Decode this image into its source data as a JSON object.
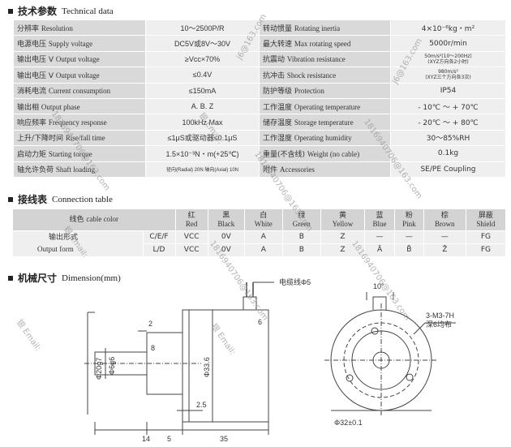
{
  "tech": {
    "cn": "技术参数",
    "en": "Technical data"
  },
  "spec_rows": [
    {
      "l_cn": "分辨率",
      "l_en": "Resolution",
      "l_val": "10～2500P/R",
      "r_cn": "转动惯量",
      "r_en": "Rotating inertia",
      "r_val": "4×10⁻⁶kg・m²"
    },
    {
      "l_cn": "电源电压",
      "l_en": "Supply voltage",
      "l_val": "DC5V或8V～30V",
      "r_cn": "最大转速",
      "r_en": "Max rotating speed",
      "r_val": "5000r/min"
    },
    {
      "l_cn": "输出电压 V",
      "l_en": "Output voltage",
      "l_val": "≥Vcc×70%",
      "r_cn": "抗震动",
      "r_en": "Vibration resistance",
      "r_val": "50m/s²(10～200Hz)",
      "r_val2": "(XYZ方向各2小时)"
    },
    {
      "l_cn": "输出电压 V",
      "l_en": "Output voltage",
      "l_val": "≤0.4V",
      "r_cn": "抗冲击",
      "r_en": "Shock resistance",
      "r_val": "980m/s²",
      "r_val2": "(XYZ三个方向各3次)"
    },
    {
      "l_cn": "消耗电流",
      "l_en": "Current consumption",
      "l_val": "≤150mA",
      "r_cn": "防护等级",
      "r_en": "Protection",
      "r_val": "IP54"
    },
    {
      "l_cn": "输出相",
      "l_en": "Output phase",
      "l_val": "A. B. Z",
      "r_cn": "工作温度",
      "r_en": "Operating temperature",
      "r_val": "- 10℃ ～ + 70℃"
    },
    {
      "l_cn": "响应频率",
      "l_en": "Frequency response",
      "l_val": "100kHz Max",
      "r_cn": "储存温度",
      "r_en": "Storage temperature",
      "r_val": "- 20℃ ～ + 80℃"
    },
    {
      "l_cn": "上升/下降时间",
      "l_en": "Rise/fall time",
      "l_val": "≤1μS或驱动器≤0.1μS",
      "r_cn": "工作湿度",
      "r_en": "Operating humidity",
      "r_val": "30～85%RH"
    },
    {
      "l_cn": "启动力矩",
      "l_en": "Starting torque",
      "l_val": "1.5×10⁻³N・m(+25℃)",
      "r_cn": "重量(不含线)",
      "r_en": "Weight (no cable)",
      "r_val": "0.1kg"
    },
    {
      "l_cn": "轴允许负荷",
      "l_en": "Shaft loading",
      "l_val": "径向(Radial) 20N  轴向(Axial) 10N",
      "r_cn": "附件",
      "r_en": "Accessories",
      "r_val": "SE/PE Coupling"
    }
  ],
  "conn": {
    "cn": "接线表",
    "en": "Connection table"
  },
  "wire_head": {
    "label_cn": "线色",
    "label_en": "cable color",
    "cols": [
      {
        "cn": "红",
        "en": "Red"
      },
      {
        "cn": "黑",
        "en": "Black"
      },
      {
        "cn": "白",
        "en": "White"
      },
      {
        "cn": "绿",
        "en": "Green"
      },
      {
        "cn": "黄",
        "en": "Yellow"
      },
      {
        "cn": "蓝",
        "en": "Blue"
      },
      {
        "cn": "粉",
        "en": "Pink"
      },
      {
        "cn": "棕",
        "en": "Brown"
      },
      {
        "cn": "屏蔽",
        "en": "Shield"
      }
    ]
  },
  "wire_rows": [
    {
      "label": "C/E/F",
      "cells": [
        "VCC",
        "0V",
        "A",
        "B",
        "Z",
        "—",
        "—",
        "—",
        "FG"
      ]
    },
    {
      "label": "L/D",
      "cells": [
        "VCC",
        "0V",
        "A",
        "B",
        "Z",
        "Ā",
        "B̄",
        "Z̄",
        "FG"
      ]
    }
  ],
  "output_form": {
    "cn": "输出形式",
    "en": "Output form"
  },
  "mech": {
    "cn": "机械尺寸",
    "en": "Dimension(mm)"
  },
  "dims": {
    "cable": "电缆线Φ5",
    "d2": "2",
    "d6": "6",
    "d8": "8",
    "d25": "2.5",
    "phi6": "Φ6g6",
    "phi20": "Φ20g7",
    "phi33": "Φ33.6",
    "d14": "14",
    "d5": "5",
    "d35": "35",
    "angle": "10°",
    "m3": "3-M3-7H",
    "m3b": "深6均布",
    "phi32": "Φ32±0.1"
  },
  "watermark": {
    "email": "银 Email:",
    "addr": "1816940706@163.com",
    "short": "j6@163.com"
  }
}
